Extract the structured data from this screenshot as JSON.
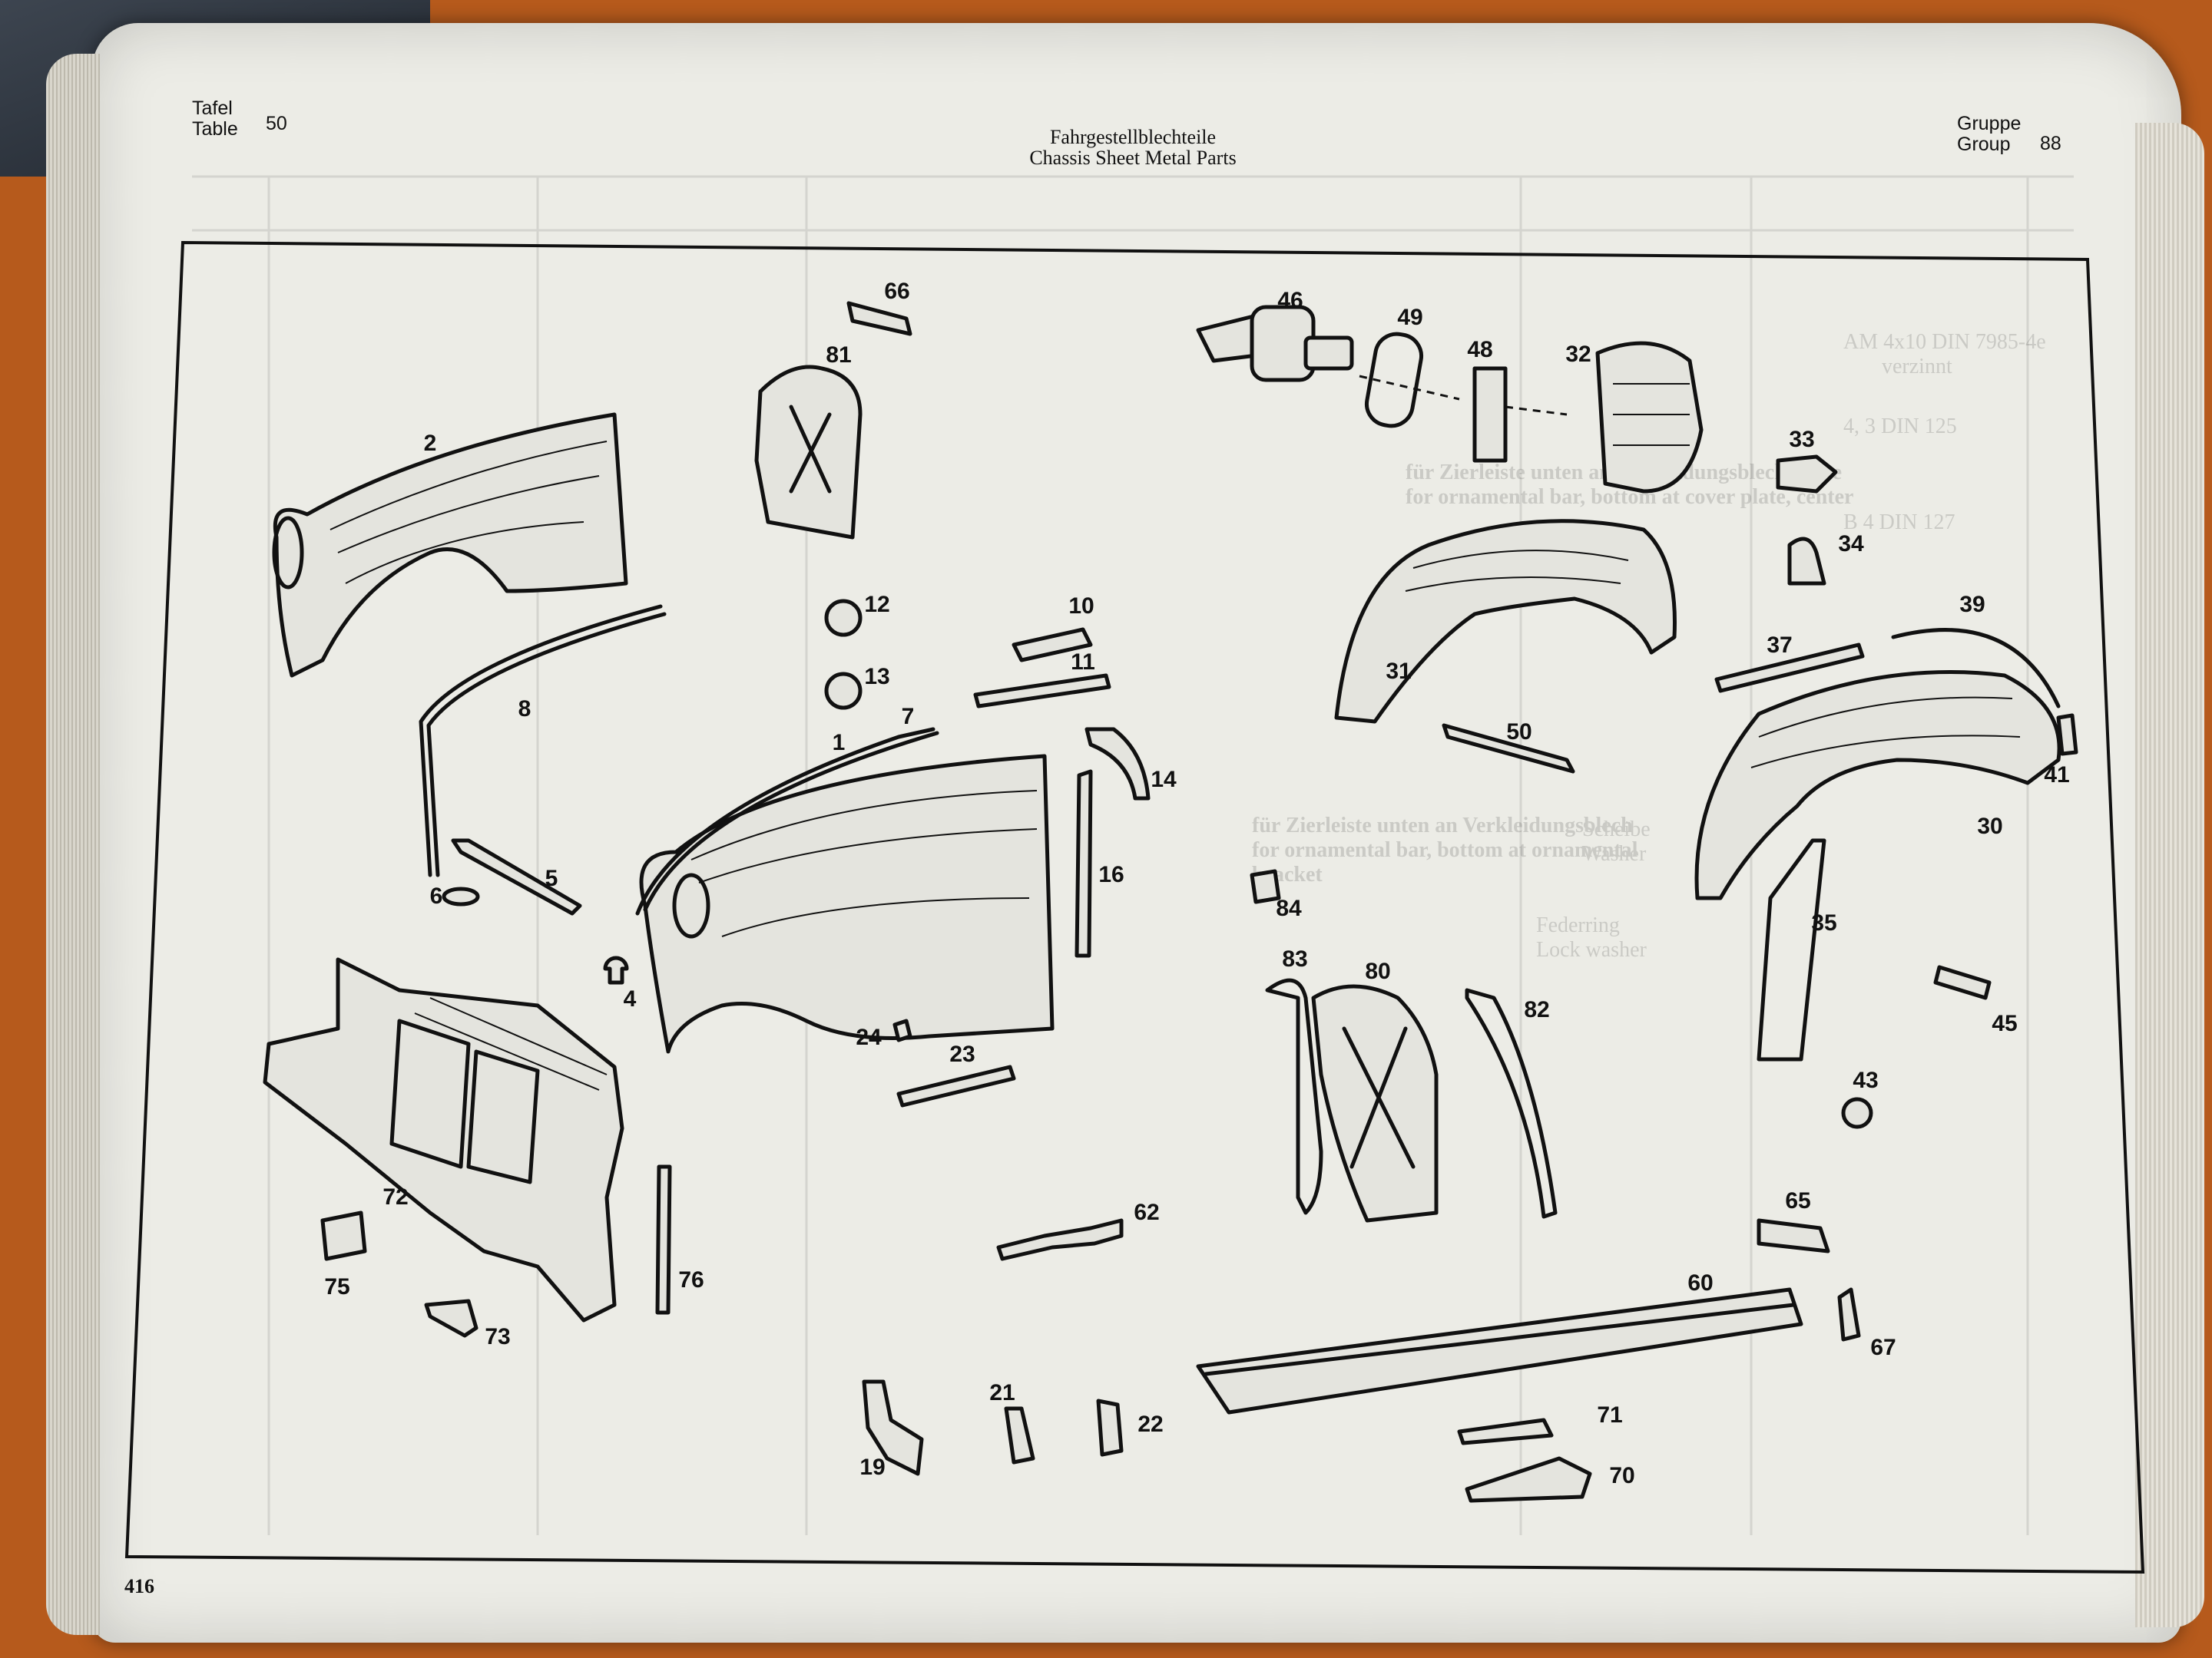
{
  "header": {
    "table_label": "Tafel\nTable",
    "table_number": "50",
    "title_de": "Fahrgestellblechteile",
    "title_en": "Chassis Sheet Metal Parts",
    "group_label": "Gruppe\nGroup",
    "group_number": "88"
  },
  "page_number": "416",
  "diagram": {
    "callouts": [
      "1",
      "2",
      "4",
      "5",
      "6",
      "7",
      "8",
      "10",
      "11",
      "12",
      "13",
      "14",
      "16",
      "19",
      "21",
      "22",
      "23",
      "24",
      "30",
      "31",
      "32",
      "33",
      "34",
      "35",
      "37",
      "39",
      "41",
      "43",
      "45",
      "46",
      "48",
      "49",
      "50",
      "60",
      "62",
      "65",
      "66",
      "67",
      "70",
      "71",
      "72",
      "73",
      "75",
      "76",
      "80",
      "81",
      "82",
      "83",
      "84"
    ]
  },
  "bleed_through": {
    "lines": [
      "für Zierleiste unten an Verkleidungsblech Mitte",
      "for ornamental bar, bottom at cover plate, center",
      "für Zierleiste unten an Verkleidungsblech",
      "for ornamental bar, bottom at ornamental",
      "bracket",
      "AM 4x10 DIN 7985-4e",
      "verzinnt",
      "4, 3  DIN 125",
      "B  4  DIN 127",
      "Scheibe",
      "Washer",
      "Federring",
      "Lock washer"
    ]
  }
}
